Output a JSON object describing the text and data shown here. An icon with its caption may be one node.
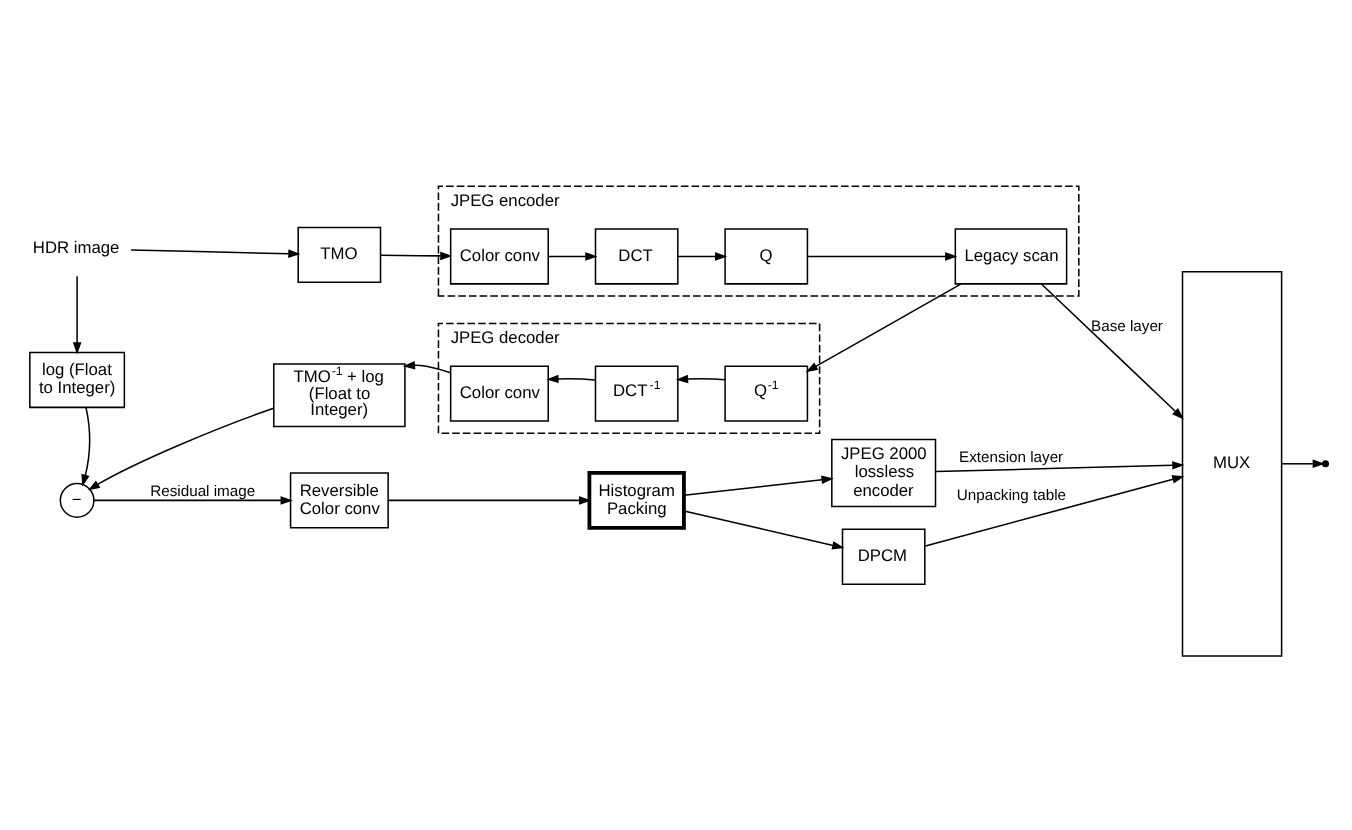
{
  "diagram": {
    "nodes": [
      {
        "text": [
          "HDR image"
        ]
      },
      {
        "text": [
          "TMO"
        ]
      },
      {
        "text": [
          "JPEG encoder"
        ]
      },
      {
        "text": [
          "Color conv"
        ],
        "in": 2
      },
      {
        "text": [
          "DCT"
        ],
        "in": 2
      },
      {
        "text": [
          "Q"
        ],
        "in": 2
      },
      {
        "text": [
          "Legacy scan"
        ],
        "in": 2
      },
      {
        "text": [
          "MUX"
        ]
      },
      {
        "text": [
          "log (Float to Integer)"
        ]
      },
      {
        "text": [
          "−"
        ]
      },
      {
        "text": [
          "JPEG decoder"
        ]
      },
      {
        "text": [
          "Q$^{-1}$"
        ],
        "in": 10
      },
      {
        "text": [
          "DCT$^{-1}$"
        ],
        "in": 10
      },
      {
        "text": [
          "Color conv"
        ],
        "in": 10
      },
      {
        "text": [
          "TMO$^{-1}$ + log (Float to Integer)"
        ]
      },
      {
        "text": [
          "Reversible Color conv"
        ]
      },
      {
        "text": [
          "Histogram Packing"
        ]
      },
      {
        "text": [
          "JPEG 2000 lossless encoder"
        ]
      },
      {
        "text": [
          "DPCM"
        ]
      }
    ],
    "edges": [
      {
        "from": 0,
        "to": 1,
        "arrow": "to"
      },
      {
        "from": 1,
        "to": 3,
        "arrow": "to"
      },
      {
        "from": 3,
        "to": 4,
        "arrow": "to"
      },
      {
        "from": 4,
        "to": 5,
        "arrow": "to"
      },
      {
        "from": 5,
        "to": 6,
        "arrow": "to"
      },
      {
        "from": 6,
        "to": 7,
        "arrow": "to",
        "label": "Base layer"
      },
      {
        "from": 6,
        "to": 11,
        "arrow": "to"
      },
      {
        "from": 0,
        "to": 8,
        "arrow": "to"
      },
      {
        "from": 8,
        "to": 9,
        "arrow": "to"
      },
      {
        "from": 11,
        "to": 12,
        "arrow": "to"
      },
      {
        "from": 12,
        "to": 13,
        "arrow": "to"
      },
      {
        "from": 13,
        "to": 14,
        "arrow": "to"
      },
      {
        "from": 14,
        "to": 9,
        "arrow": "to"
      },
      {
        "from": 9,
        "to": 15,
        "arrow": "to",
        "label": "Residual image"
      },
      {
        "from": 15,
        "to": 16,
        "arrow": "to"
      },
      {
        "from": 16,
        "to": 17,
        "arrow": "to"
      },
      {
        "from": 16,
        "to": 18,
        "arrow": "to"
      },
      {
        "from": 17,
        "to": 7,
        "arrow": "to",
        "label": "Extension layer"
      },
      {
        "from": 18,
        "to": 7,
        "arrow": "to",
        "label": "Unpacking table"
      },
      {
        "from": 7,
        "to": null,
        "arrow": "to"
      }
    ]
  }
}
